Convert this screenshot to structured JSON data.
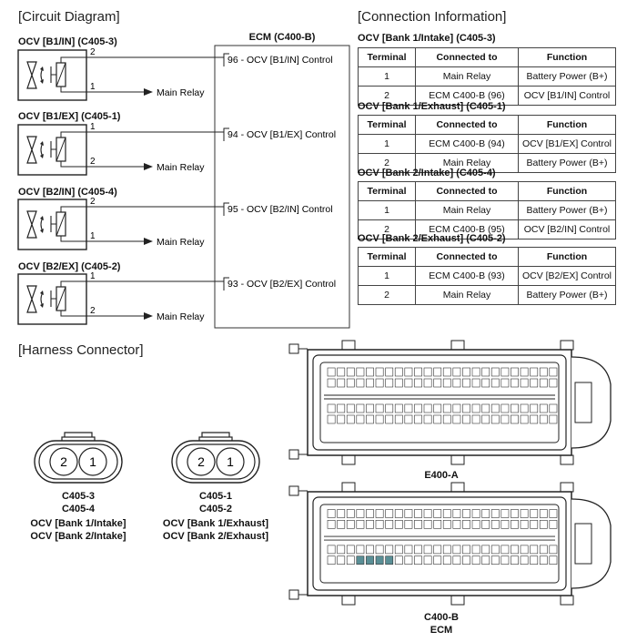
{
  "sections": {
    "circuit": "[Circuit Diagram]",
    "connection": "[Connection Information]",
    "harness": "[Harness Connector]"
  },
  "ecm": {
    "title": "ECM (C400-B)"
  },
  "ocvs": [
    {
      "title": "OCV [B1/IN] (C405-3)",
      "top_pin": "2",
      "bottom_pin": "1",
      "ecm_label": "96 - OCV [B1/IN] Control",
      "relay_label": "Main Relay"
    },
    {
      "title": "OCV [B1/EX] (C405-1)",
      "top_pin": "1",
      "bottom_pin": "2",
      "ecm_label": "94 - OCV [B1/EX] Control",
      "relay_label": "Main Relay"
    },
    {
      "title": "OCV [B2/IN] (C405-4)",
      "top_pin": "2",
      "bottom_pin": "1",
      "ecm_label": "95 - OCV [B2/IN] Control",
      "relay_label": "Main Relay"
    },
    {
      "title": "OCV [B2/EX] (C405-2)",
      "top_pin": "1",
      "bottom_pin": "2",
      "ecm_label": "93 - OCV [B2/EX] Control",
      "relay_label": "Main Relay"
    }
  ],
  "tables": [
    {
      "title": "OCV [Bank 1/Intake] (C405-3)",
      "headers": [
        "Terminal",
        "Connected to",
        "Function"
      ],
      "rows": [
        [
          "1",
          "Main Relay",
          "Battery Power (B+)"
        ],
        [
          "2",
          "ECM C400-B (96)",
          "OCV [B1/IN] Control"
        ]
      ]
    },
    {
      "title": "OCV [Bank 1/Exhaust] (C405-1)",
      "headers": [
        "Terminal",
        "Connected to",
        "Function"
      ],
      "rows": [
        [
          "1",
          "ECM C400-B (94)",
          "OCV [B1/EX] Control"
        ],
        [
          "2",
          "Main Relay",
          "Battery Power (B+)"
        ]
      ]
    },
    {
      "title": "OCV [Bank 2/Intake] (C405-4)",
      "headers": [
        "Terminal",
        "Connected to",
        "Function"
      ],
      "rows": [
        [
          "1",
          "Main Relay",
          "Battery Power (B+)"
        ],
        [
          "2",
          "ECM C400-B (95)",
          "OCV [B2/IN] Control"
        ]
      ]
    },
    {
      "title": "OCV [Bank 2/Exhaust] (C405-2)",
      "headers": [
        "Terminal",
        "Connected to",
        "Function"
      ],
      "rows": [
        [
          "1",
          "ECM C400-B (93)",
          "OCV [B2/EX] Control"
        ],
        [
          "2",
          "Main Relay",
          "Battery Power (B+)"
        ]
      ]
    }
  ],
  "connectors": [
    {
      "pins": [
        "2",
        "1"
      ],
      "codes": "C405-3\nC405-4",
      "names": "OCV [Bank 1/Intake]\nOCV [Bank 2/Intake]"
    },
    {
      "pins": [
        "2",
        "1"
      ],
      "codes": "C405-1\nC405-2",
      "names": "OCV [Bank 1/Exhaust]\nOCV [Bank 2/Exhaust]"
    }
  ],
  "ecm_connectors": [
    {
      "label": "E400-A"
    },
    {
      "label": "C400-B\nECM"
    }
  ]
}
